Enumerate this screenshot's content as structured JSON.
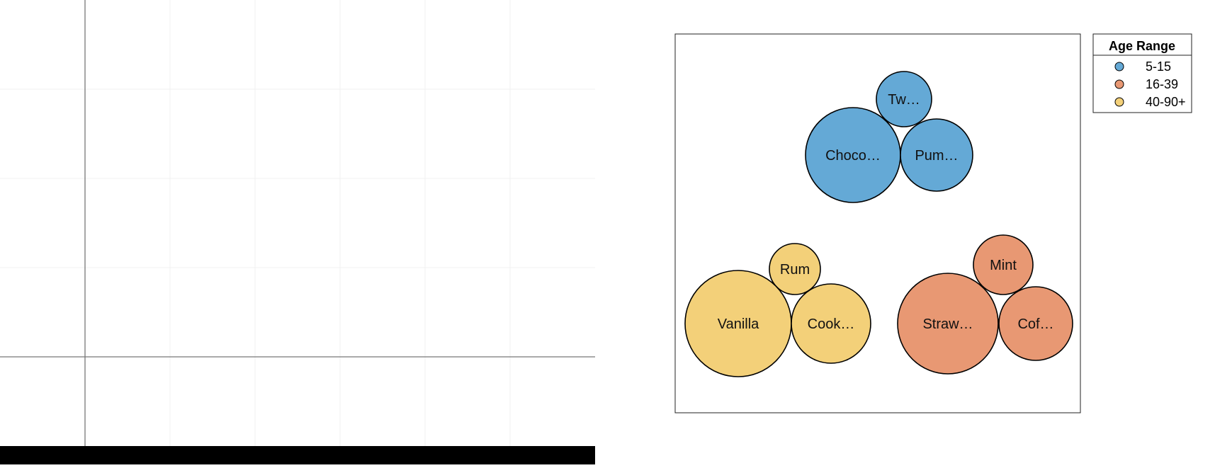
{
  "chart_data": {
    "type": "bubble-pack",
    "legend": {
      "title": "Age Range",
      "position": "top-right",
      "entries": [
        {
          "label": "5-15",
          "color": "#64a9d6"
        },
        {
          "label": "16-39",
          "color": "#e89873"
        },
        {
          "label": "40-90+",
          "color": "#f3d079"
        }
      ]
    },
    "bubbles": [
      {
        "label": "Tw…",
        "group": "5-15",
        "size": 0.3
      },
      {
        "label": "Choco…",
        "group": "5-15",
        "size": 1.0
      },
      {
        "label": "Pum…",
        "group": "5-15",
        "size": 0.6
      },
      {
        "label": "Rum",
        "group": "40-90+",
        "size": 0.3
      },
      {
        "label": "Vanilla",
        "group": "40-90+",
        "size": 1.3
      },
      {
        "label": "Cook…",
        "group": "40-90+",
        "size": 0.7
      },
      {
        "label": "Mint",
        "group": "16-39",
        "size": 0.4
      },
      {
        "label": "Straw…",
        "group": "16-39",
        "size": 1.1
      },
      {
        "label": "Cof…",
        "group": "16-39",
        "size": 0.6
      }
    ]
  }
}
